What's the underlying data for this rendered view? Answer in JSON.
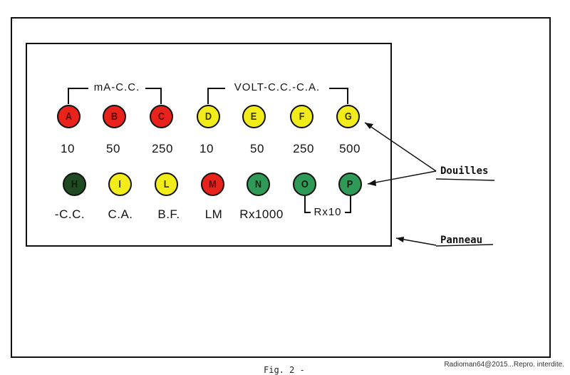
{
  "groups": {
    "ma": "mA-C.C.",
    "volt": "VOLT-C.C.-C.A.",
    "rx10": "Rx10"
  },
  "row1": [
    {
      "letter": "A",
      "value": "10",
      "color": "#e8231b"
    },
    {
      "letter": "B",
      "value": "50",
      "color": "#e8231b"
    },
    {
      "letter": "C",
      "value": "250",
      "color": "#e8231b"
    },
    {
      "letter": "D",
      "value": "10",
      "color": "#f2ec1a"
    },
    {
      "letter": "E",
      "value": "50",
      "color": "#f2ec1a"
    },
    {
      "letter": "F",
      "value": "250",
      "color": "#f2ec1a"
    },
    {
      "letter": "G",
      "value": "500",
      "color": "#f2ec1a"
    }
  ],
  "row2": [
    {
      "letter": "H",
      "label": "-C.C.",
      "color": "#1f4a22"
    },
    {
      "letter": "I",
      "label": "C.A.",
      "color": "#f2ec1a"
    },
    {
      "letter": "L",
      "label": "B.F.",
      "color": "#f2ec1a"
    },
    {
      "letter": "M",
      "label": "LM",
      "color": "#e8231b"
    },
    {
      "letter": "N",
      "label": "Rx1000",
      "color": "#2f9a58"
    },
    {
      "letter": "O",
      "label": "",
      "color": "#2f9a58"
    },
    {
      "letter": "P",
      "label": "",
      "color": "#2f9a58"
    }
  ],
  "callouts": {
    "douilles": "Douilles",
    "panneau": "Panneau"
  },
  "caption": "Fig. 2 -",
  "watermark": "Radioman64@2015...Repro. interdite."
}
